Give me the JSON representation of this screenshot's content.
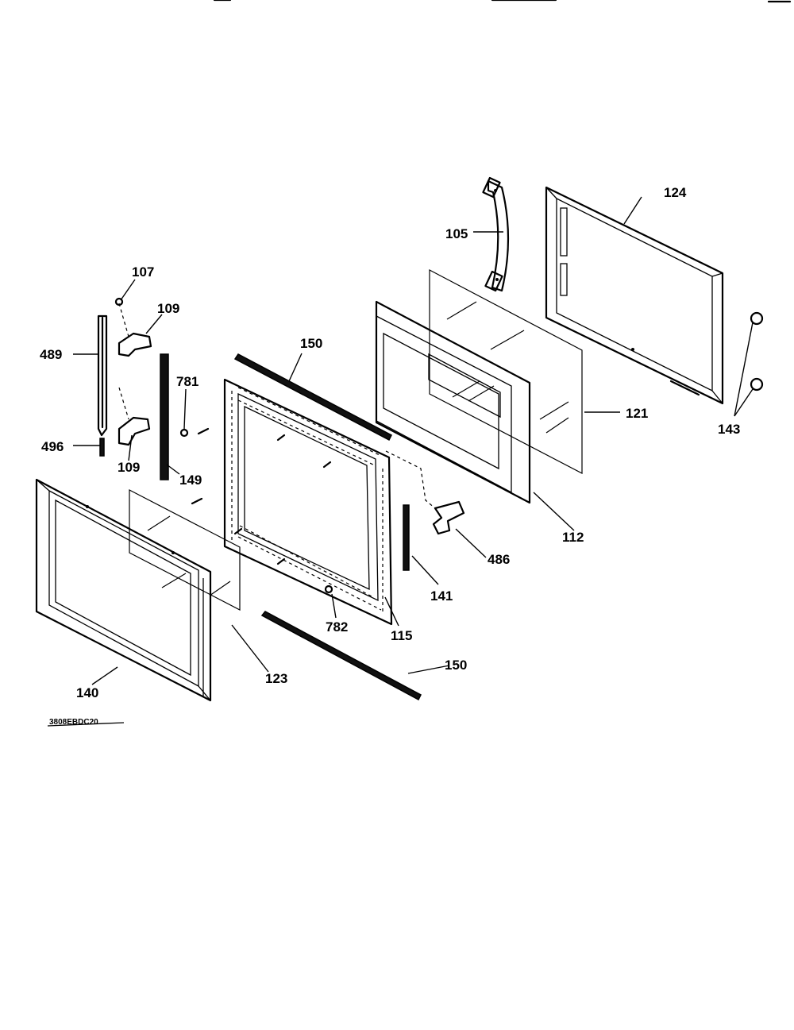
{
  "labels": {
    "p107": "107",
    "p109a": "109",
    "p489": "489",
    "p496": "496",
    "p109b": "109",
    "p149": "149",
    "p781": "781",
    "p150a": "150",
    "p105": "105",
    "p124": "124",
    "p121": "121",
    "p143": "143",
    "p112": "112",
    "p486": "486",
    "p141": "141",
    "p115": "115",
    "p782": "782",
    "p150b": "150",
    "p123": "123",
    "p140": "140"
  },
  "drawing_code": "3808EBDC20"
}
